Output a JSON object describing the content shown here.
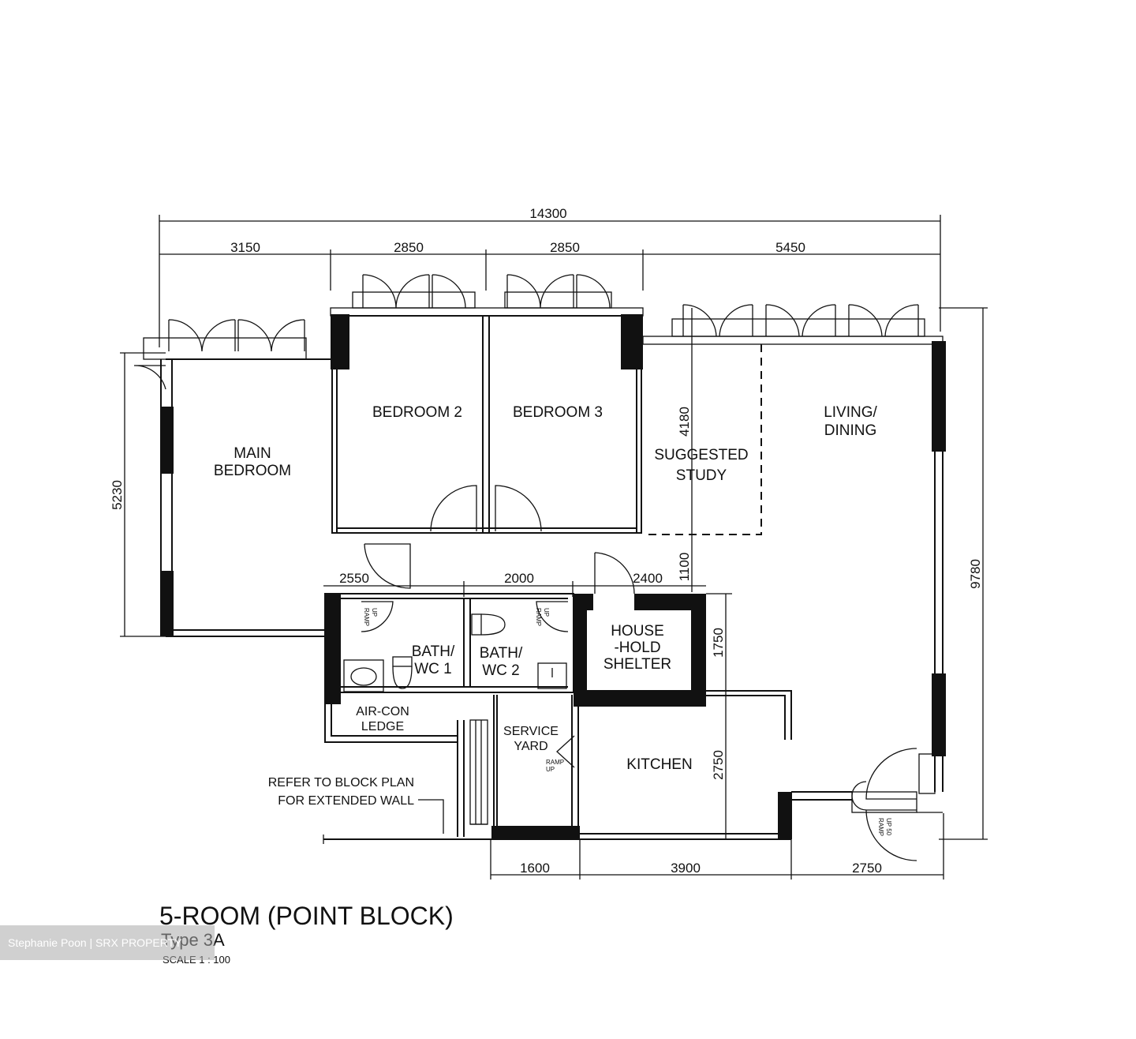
{
  "plan": {
    "title": "5-ROOM (POINT BLOCK)",
    "type_label": "Type 3A",
    "scale_label": "SCALE 1 : 100",
    "watermark": "Stephanie Poon | SRX PROPERTY",
    "rooms": {
      "main_bedroom_1": "MAIN",
      "main_bedroom_2": "BEDROOM",
      "bedroom2": "BEDROOM 2",
      "bedroom3": "BEDROOM 3",
      "study_1": "SUGGESTED",
      "study_2": "STUDY",
      "living_1": "LIVING/",
      "living_2": "DINING",
      "bath1_1": "BATH/",
      "bath1_2": "WC 1",
      "bath2_1": "BATH/",
      "bath2_2": "WC 2",
      "shelter_1": "HOUSE",
      "shelter_2": "-HOLD",
      "shelter_3": "SHELTER",
      "aircon_1": "AIR-CON",
      "aircon_2": "LEDGE",
      "service_1": "SERVICE",
      "service_2": "YARD",
      "kitchen": "KITCHEN"
    },
    "notes": {
      "refer_1": "REFER TO BLOCK PLAN",
      "refer_2": "FOR EXTENDED WALL",
      "ramp_1": "RAMP",
      "ramp_2": "UP",
      "ramp50_1": "RAMP",
      "ramp50_2": "UP 50"
    },
    "dimensions": {
      "overall_width": "14300",
      "top_1": "3150",
      "top_2": "2850",
      "top_3": "2850",
      "top_4": "5450",
      "left_height": "5230",
      "right_height": "9780",
      "study_depth": "4180",
      "corridor": "1100",
      "mid_1": "2550",
      "mid_2": "2000",
      "mid_3": "2400",
      "shelter_height": "1750",
      "kitchen_height": "2750",
      "bottom_1": "1600",
      "bottom_2": "3900",
      "bottom_3": "2750"
    }
  }
}
